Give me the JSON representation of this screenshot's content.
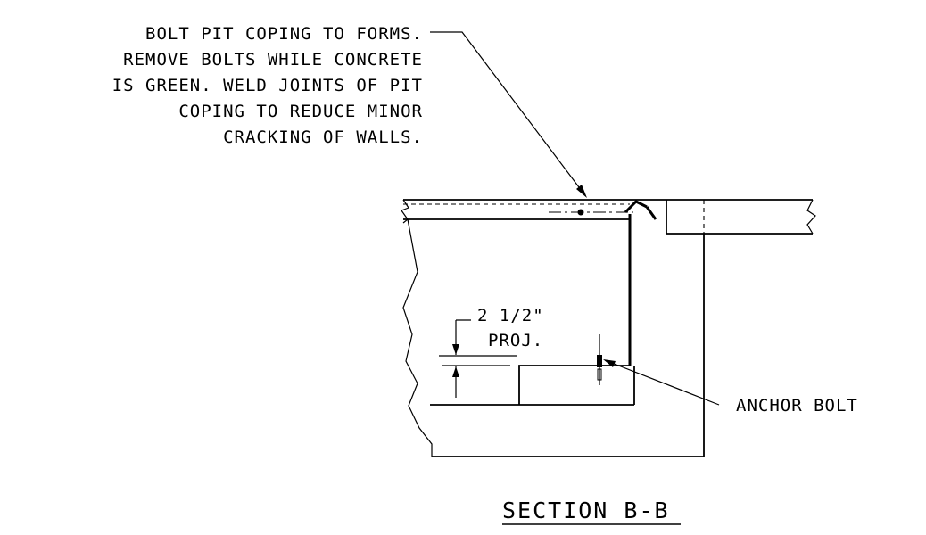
{
  "note": {
    "lines": [
      "BOLT PIT COPING TO FORMS.",
      "REMOVE BOLTS WHILE CONCRETE",
      "IS GREEN. WELD JOINTS OF PIT",
      "COPING TO REDUCE MINOR",
      "CRACKING OF WALLS."
    ]
  },
  "dimension": {
    "value": "2 1/2\"",
    "label": "PROJ."
  },
  "callout": {
    "anchor_bolt": "ANCHOR BOLT"
  },
  "title": "SECTION B-B"
}
